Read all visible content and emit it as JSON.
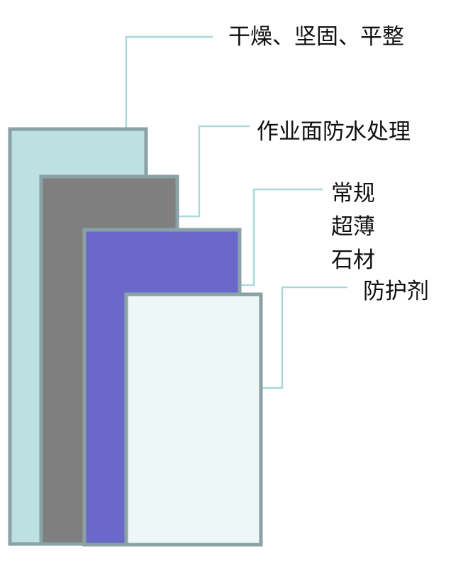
{
  "layers": [
    {
      "id": "substrate",
      "label_lines": [
        "干燥、坚固、平整"
      ],
      "fill": "#bde0e2"
    },
    {
      "id": "waterproofing",
      "label_lines": [
        "作业面防水处理"
      ],
      "fill": "#7f7f7f"
    },
    {
      "id": "stone",
      "label_lines": [
        "常规",
        "超薄",
        "石材"
      ],
      "fill": "#6b68cb"
    },
    {
      "id": "protective-agent",
      "label_lines": [
        "防护剂"
      ],
      "fill": "#eef7f7"
    }
  ],
  "colors": {
    "border": "#8aa1a6",
    "leader_line": "#a9d9dc",
    "text": "#111111"
  }
}
